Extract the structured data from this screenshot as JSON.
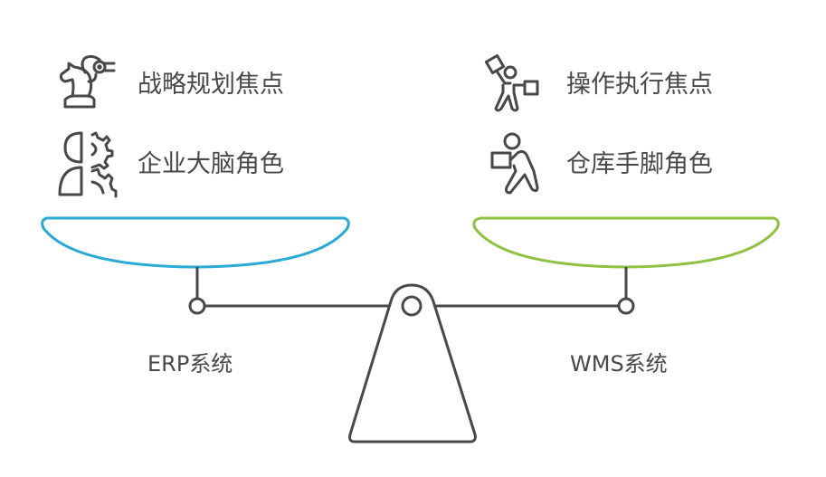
{
  "left": {
    "system_label": "ERP系统",
    "pan_color": "#2aa8d6",
    "items": [
      {
        "icon": "chess-knight-strategy-icon",
        "label": "战略规划焦点"
      },
      {
        "icon": "head-gear-brain-icon",
        "label": "企业大脑角色"
      }
    ]
  },
  "right": {
    "system_label": "WMS系统",
    "pan_color": "#8dc13f",
    "items": [
      {
        "icon": "worker-carrying-boxes-icon",
        "label": "操作执行焦点"
      },
      {
        "icon": "person-carrying-box-icon",
        "label": "仓库手脚角色"
      }
    ]
  },
  "colors": {
    "stroke": "#484848",
    "background": "#ffffff"
  }
}
